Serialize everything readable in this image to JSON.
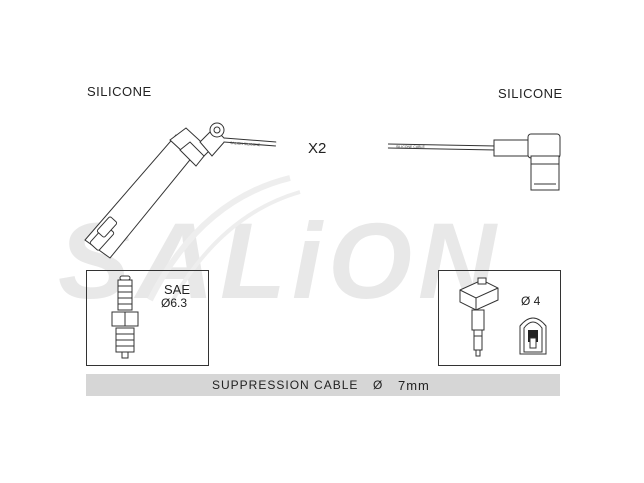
{
  "watermark": {
    "text": "SALiON",
    "color": "#e6e6e6"
  },
  "labels": {
    "left_material": "SILICONE",
    "right_material": "SILICONE",
    "quantity": "X2",
    "left_cable_print": "SALION SILICONE",
    "right_cable_print": "SILICONE CABLE"
  },
  "plug_box": {
    "standard": "SAE",
    "diameter": "Ø6.3"
  },
  "coil_box": {
    "diameter": "Ø 4"
  },
  "banner": {
    "label": "SUPPRESSION CABLE",
    "symbol": "Ø",
    "value": "7mm",
    "background": "#d6d6d6"
  }
}
